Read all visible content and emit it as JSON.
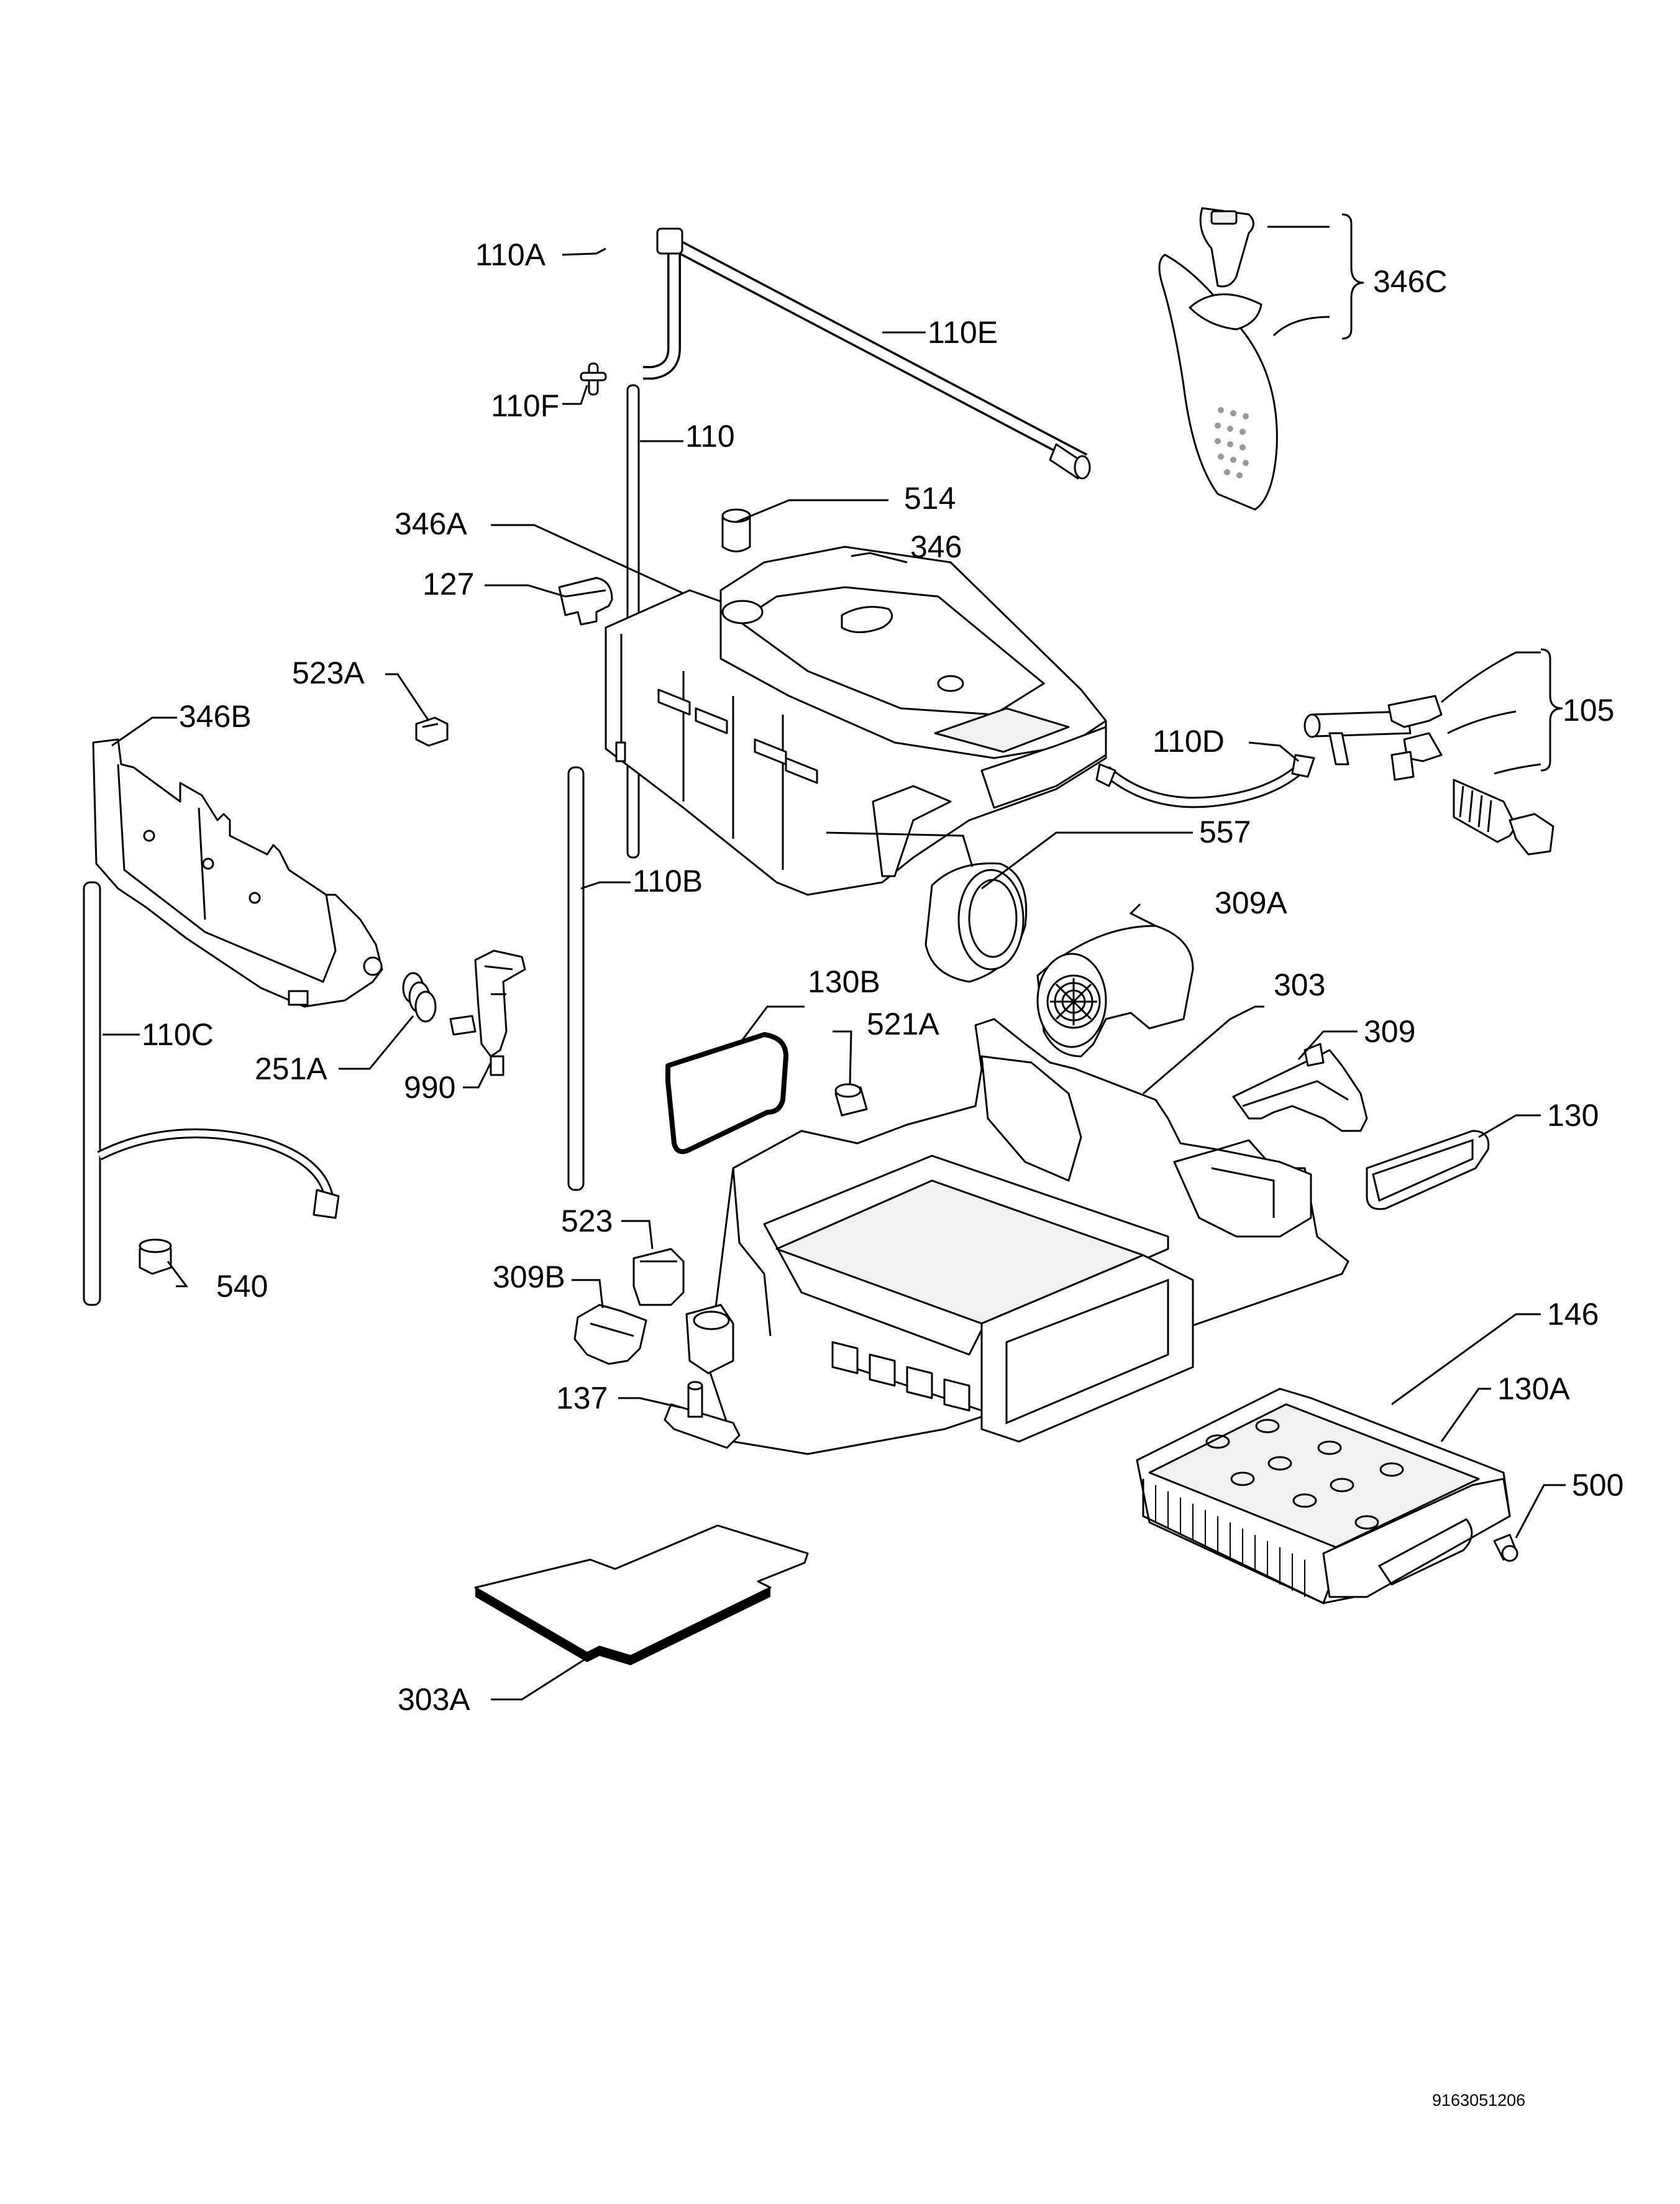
{
  "diagram": {
    "parts": [
      {
        "id": "110A",
        "label": "110A"
      },
      {
        "id": "110E",
        "label": "110E"
      },
      {
        "id": "110F",
        "label": "110F"
      },
      {
        "id": "110",
        "label": "110"
      },
      {
        "id": "346C",
        "label": "346C"
      },
      {
        "id": "514",
        "label": "514"
      },
      {
        "id": "346A",
        "label": "346A"
      },
      {
        "id": "346",
        "label": "346"
      },
      {
        "id": "127",
        "label": "127"
      },
      {
        "id": "523A",
        "label": "523A"
      },
      {
        "id": "346B",
        "label": "346B"
      },
      {
        "id": "110D",
        "label": "110D"
      },
      {
        "id": "105",
        "label": "105"
      },
      {
        "id": "557",
        "label": "557"
      },
      {
        "id": "110B",
        "label": "110B"
      },
      {
        "id": "309A",
        "label": "309A"
      },
      {
        "id": "303",
        "label": "303"
      },
      {
        "id": "130B",
        "label": "130B"
      },
      {
        "id": "521A",
        "label": "521A"
      },
      {
        "id": "110C",
        "label": "110C"
      },
      {
        "id": "251A",
        "label": "251A"
      },
      {
        "id": "309",
        "label": "309"
      },
      {
        "id": "990",
        "label": "990"
      },
      {
        "id": "130",
        "label": "130"
      },
      {
        "id": "523",
        "label": "523"
      },
      {
        "id": "540",
        "label": "540"
      },
      {
        "id": "309B",
        "label": "309B"
      },
      {
        "id": "146",
        "label": "146"
      },
      {
        "id": "130A",
        "label": "130A"
      },
      {
        "id": "137",
        "label": "137"
      },
      {
        "id": "500",
        "label": "500"
      },
      {
        "id": "303A",
        "label": "303A"
      }
    ],
    "document_number": "9163051206"
  }
}
